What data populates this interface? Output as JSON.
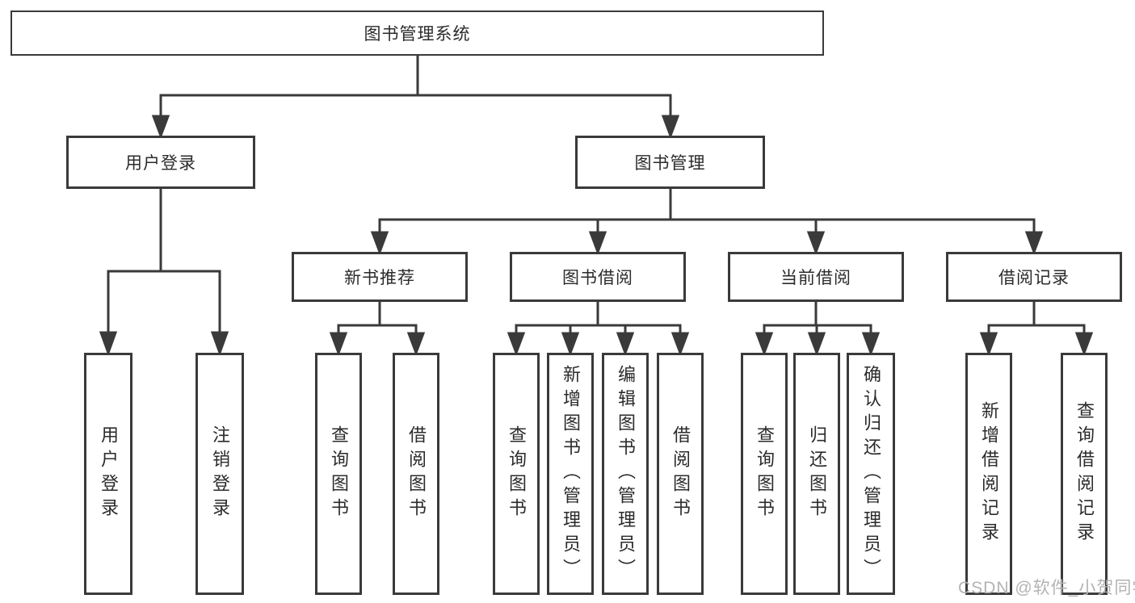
{
  "tree": {
    "root": {
      "label": "图书管理系统"
    },
    "branches": [
      {
        "label": "用户登录",
        "leaves": [
          {
            "label": "用户登录"
          },
          {
            "label": "注销登录"
          }
        ]
      },
      {
        "label": "图书管理",
        "groups": [
          {
            "label": "新书推荐",
            "leaves": [
              {
                "label": "查询图书"
              },
              {
                "label": "借阅图书"
              }
            ]
          },
          {
            "label": "图书借阅",
            "leaves": [
              {
                "label": "查询图书"
              },
              {
                "label": "新增图书（管理员）"
              },
              {
                "label": "编辑图书（管理员）"
              },
              {
                "label": "借阅图书"
              }
            ]
          },
          {
            "label": "当前借阅",
            "leaves": [
              {
                "label": "查询图书"
              },
              {
                "label": "归还图书"
              },
              {
                "label": "确认归还（管理员）"
              }
            ]
          },
          {
            "label": "借阅记录",
            "leaves": [
              {
                "label": "新增借阅记录"
              },
              {
                "label": "查询借阅记录"
              }
            ]
          }
        ]
      }
    ]
  },
  "watermark": {
    "text": "CSDN @软件_小贺同学",
    "color": "#b3b3b3"
  },
  "colors": {
    "background": "#ffffff",
    "line": "#3a3a3a",
    "box_border": "#3a3a3a",
    "text": "#2b2b2b"
  }
}
